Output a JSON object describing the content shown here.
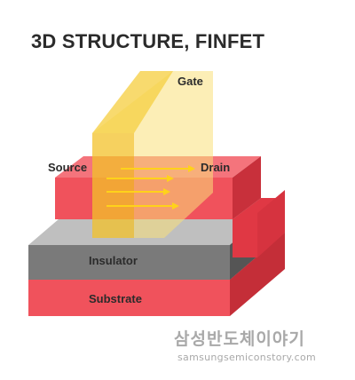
{
  "title": "3D STRUCTURE, FINFET",
  "labels": {
    "gate": "Gate",
    "source": "Source",
    "drain": "Drain",
    "insulator": "Insulator",
    "substrate": "Substrate"
  },
  "brand": {
    "korean": "삼성반도체이야기",
    "url": "samsungsemiconstory.com"
  },
  "colors": {
    "fin_red": "#f0525c",
    "fin_dark": "#c8303b",
    "insulator": "#7a7a7a",
    "gate_yellow": "#f6cf3c",
    "arrow": "#ffd21a"
  }
}
